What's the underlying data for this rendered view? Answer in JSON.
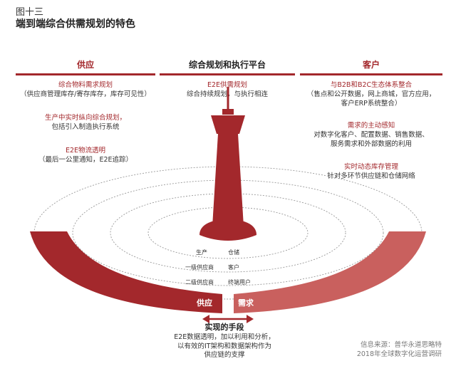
{
  "figure_number": "图十三",
  "title": "端到端综合供需规划的特色",
  "columns": {
    "left": "供应",
    "middle": "综合规划和执行平台",
    "right": "客户"
  },
  "left_blocks": [
    {
      "heading": "综合物料需求规划",
      "body": "（供应商管理库存/寄存库存，库存可见性）"
    },
    {
      "heading": "生产中实时纵向综合规划，",
      "body": "包括引入制造执行系统"
    },
    {
      "heading": "E2E物流透明",
      "body": "（最后一公里通知，E2E追踪）"
    }
  ],
  "middle_block": {
    "heading": "E2E供需规划",
    "body": "综合持续规划，与执行相连"
  },
  "right_blocks": [
    {
      "heading": "与B2B和B2C生态体系整合",
      "body": "（售点和公开数据，网上商城，官方应用，",
      "body2": "客户ERP系统整合）"
    },
    {
      "heading": "需求的主动感知",
      "body": "对数字化客户、配置数据、销售数据、",
      "body2": "服务需求和外部数据的利用"
    },
    {
      "heading": "实时动态库存管理",
      "body": "针对多环节供应链和仓储网络"
    }
  ],
  "ring_labels_left": [
    "生产",
    "一级供应商",
    "二级供应商"
  ],
  "ring_labels_right": [
    "仓储",
    "客户",
    "终端用户"
  ],
  "arc_left_label": "供应",
  "arc_right_label": "需求",
  "means_title": "实现的手段",
  "means_body": [
    "E2E数据透明，加以利用和分析，",
    "以有效的IT架构和数据架构作为",
    "供应链的支撑"
  ],
  "source": [
    "信息来源：普华永道思略特",
    "2018年全球数字化运营调研"
  ],
  "colors": {
    "accent": "#a3282c",
    "accent_light": "#c9605e",
    "text": "#222222",
    "muted": "#777777"
  }
}
